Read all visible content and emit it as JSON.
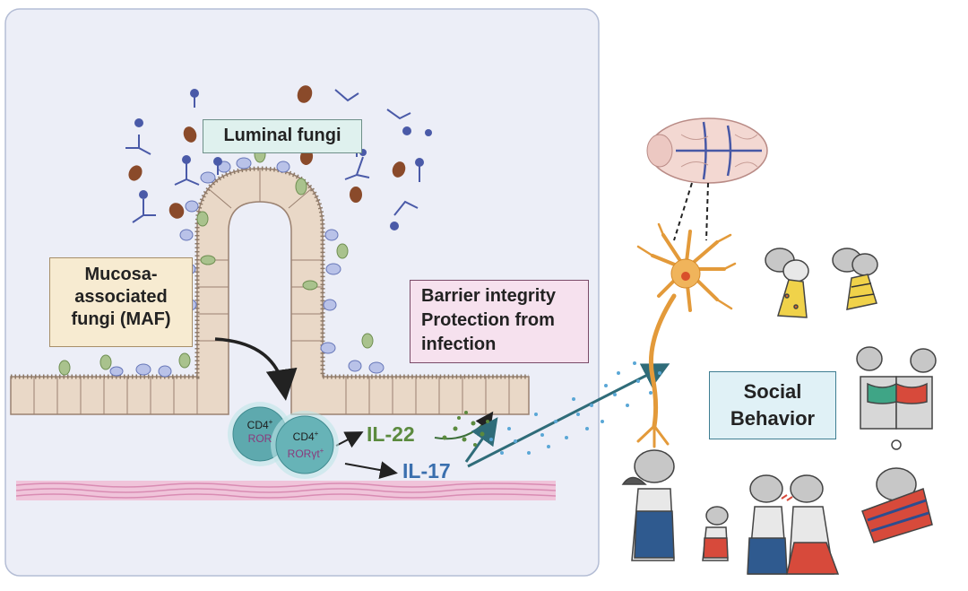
{
  "labels": {
    "luminal_fungi": "Luminal fungi",
    "maf_line1": "Mucosa-",
    "maf_line2": "associated",
    "maf_line3": "fungi (MAF)",
    "barrier_line1": "Barrier integrity",
    "barrier_line2": "Protection from",
    "barrier_line3": "infection",
    "social_line1": "Social",
    "social_line2": "Behavior",
    "il22": "IL-22",
    "il17": "IL-17",
    "cell_back_line1": "CD4",
    "cell_back_line2": "ROR",
    "cell_front_line1": "CD4",
    "cell_front_line2": "RORγt",
    "superscript_plus": "+"
  },
  "colors": {
    "panel_bg": "#eceef7",
    "panel_border": "#b4bdd5",
    "epithelium": "#e9d8c7",
    "epithelium_border": "#9a8170",
    "fungi_brown": "#8a4a2a",
    "fungi_blue": "#4a5aa8",
    "fungi_green": "#8fae70",
    "tcell": "#5ea9ae",
    "neuron": "#e39a3a",
    "il22": "#5b8a3e",
    "il17": "#3a6fae",
    "tissue_pink": "#e7a9c8"
  },
  "icons": [
    "brain-icon",
    "neuron-icon",
    "mouse-illustration",
    "fungus-spore-icon",
    "t-cell-icon"
  ]
}
